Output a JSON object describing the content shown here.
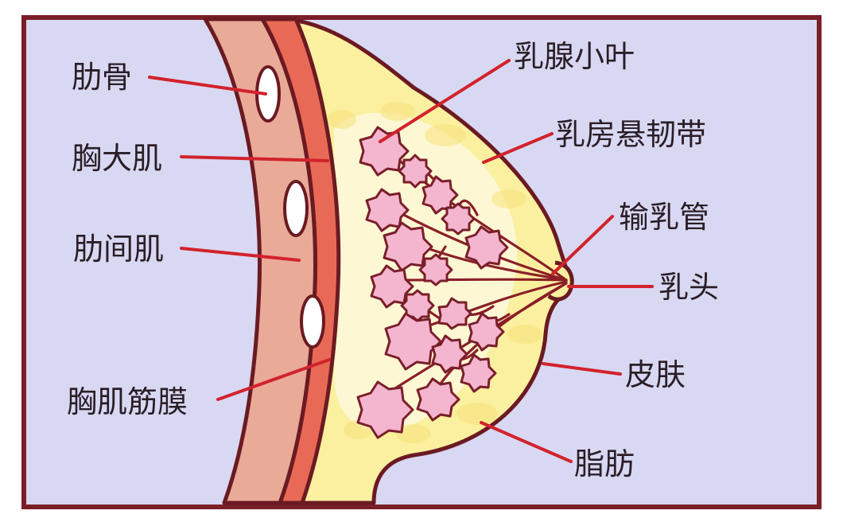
{
  "colors": {
    "background": "#d9d8f3",
    "frame": "#7a1f27",
    "bone": "#e9aa98",
    "bone_hole": "#ffffff",
    "muscle": "#e86a56",
    "fat": "#fbf0a0",
    "fat_light": "#fdf8d8",
    "lobule": "#f4b6cf",
    "duct": "#8a1f28",
    "leader_line": "#d2222c",
    "label_text": "#2a1e26"
  },
  "labels": {
    "rib": "肋骨",
    "pectoralis_major": "胸大肌",
    "intercostal_muscle": "肋间肌",
    "pectoral_fascia": "胸肌筋膜",
    "mammary_lobule": "乳腺小叶",
    "suspensory_ligament": "乳房悬韧带",
    "lactiferous_duct": "输乳管",
    "nipple": "乳头",
    "skin": "皮肤",
    "fat": "脂肪"
  },
  "icons": [
    "rib-cross-section-icon",
    "lobule-flower-icon"
  ]
}
